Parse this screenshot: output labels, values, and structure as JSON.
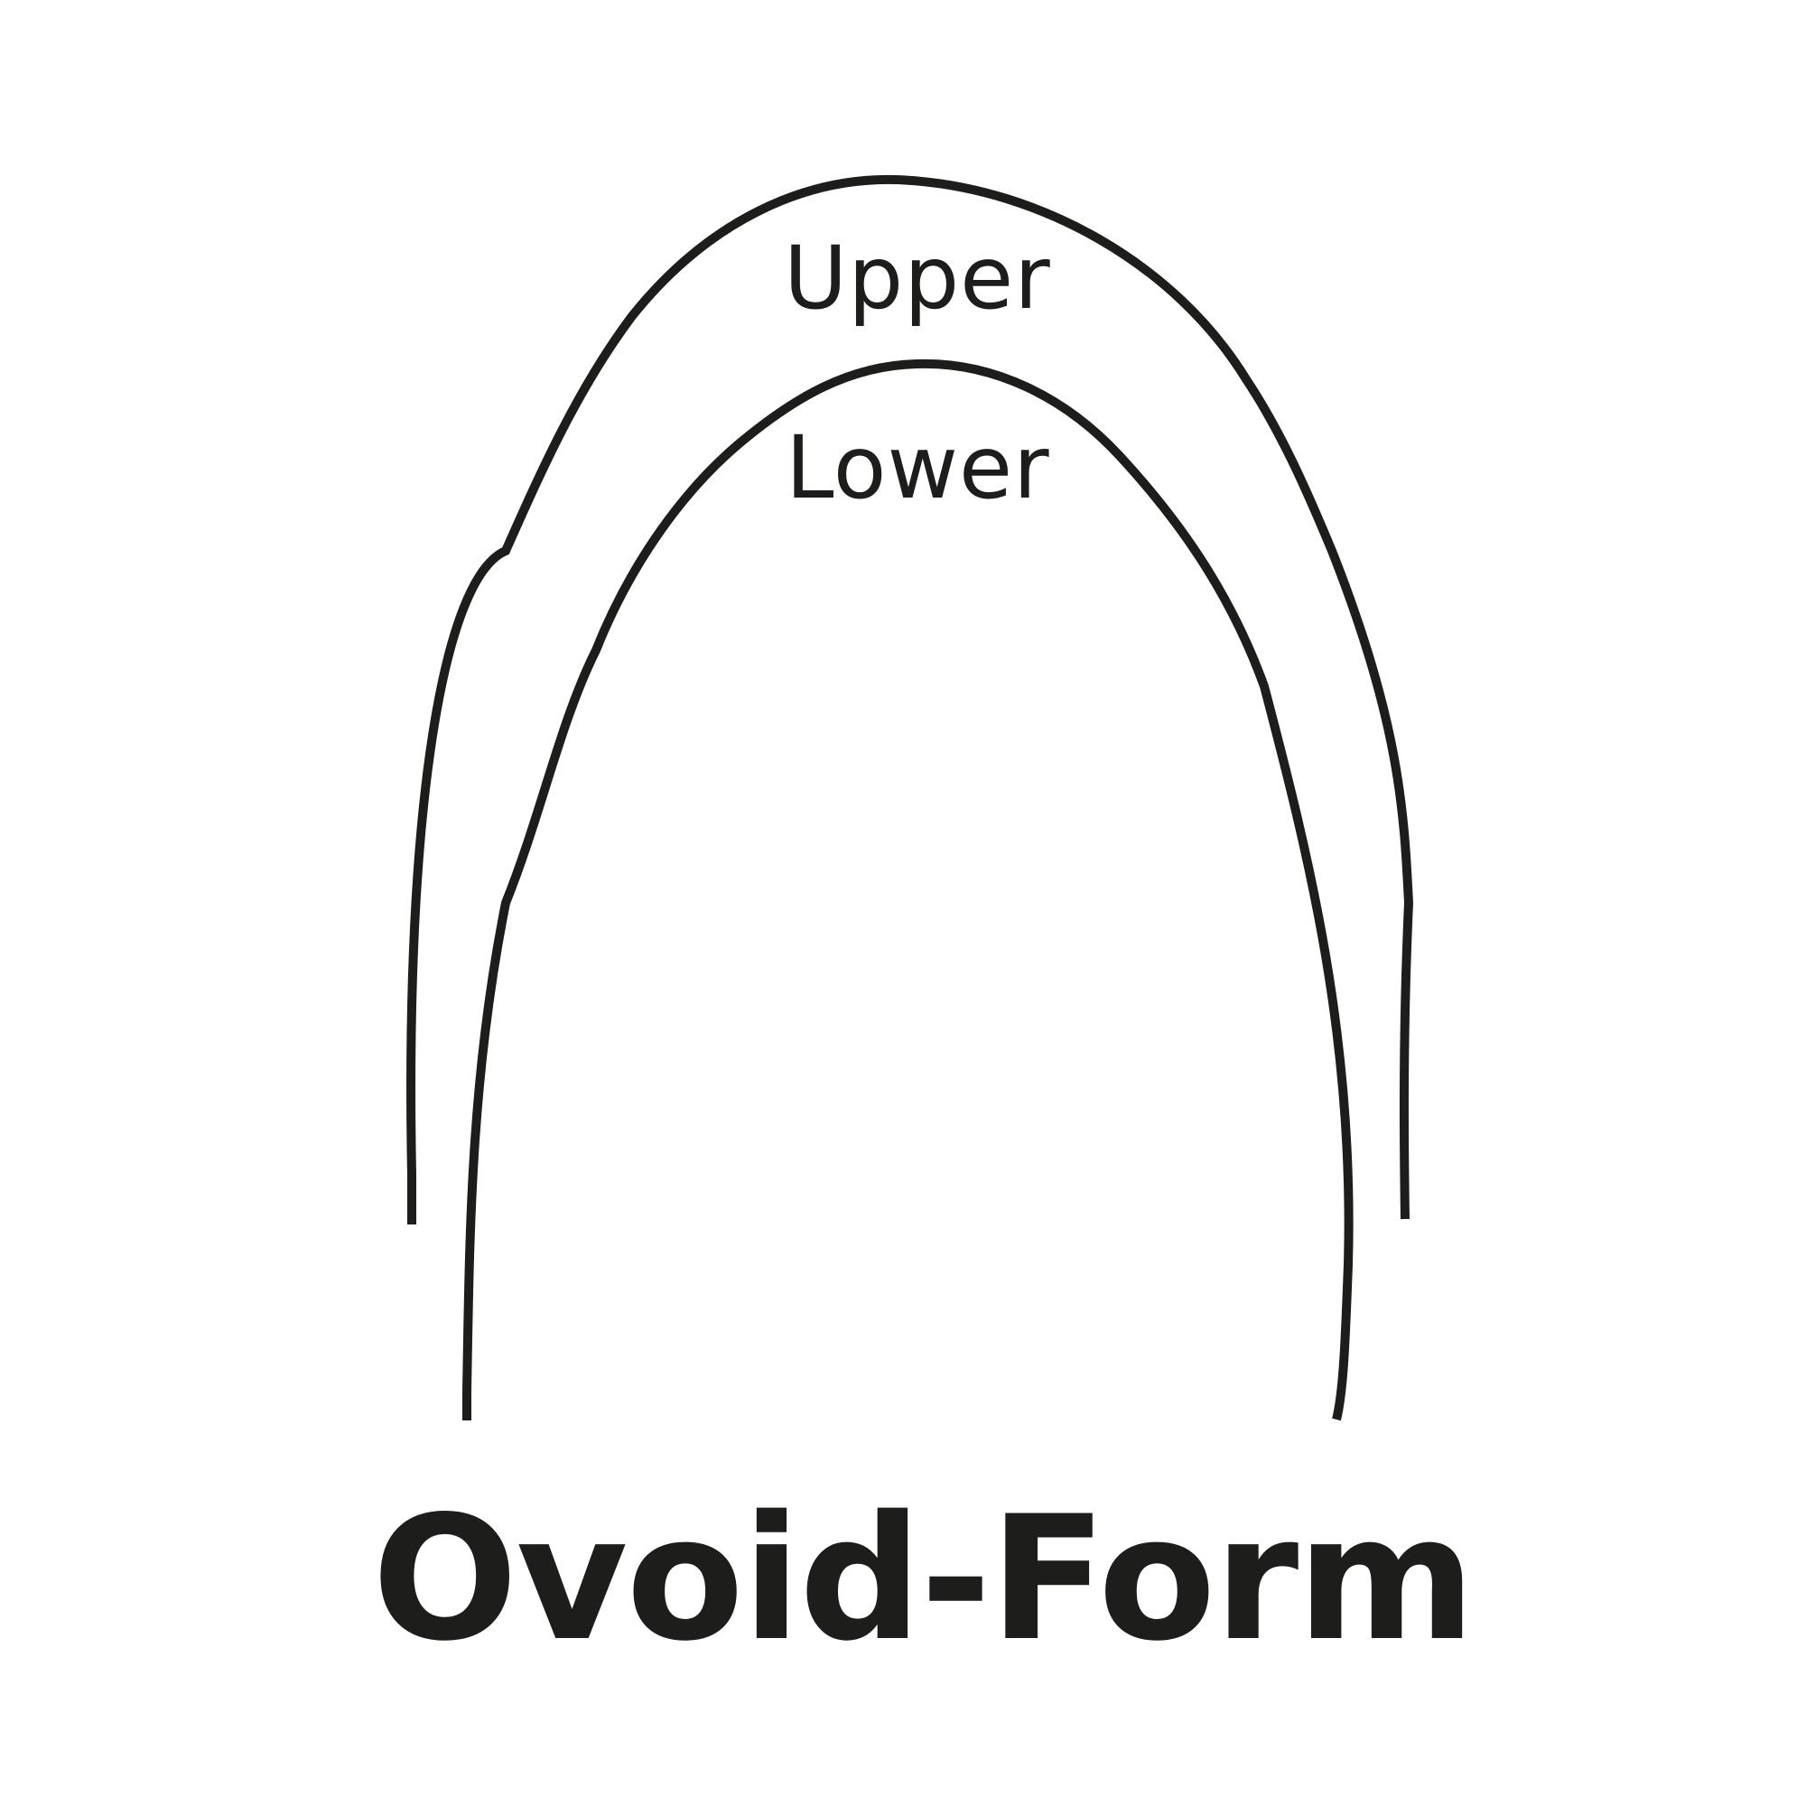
{
  "diagram": {
    "title": "Ovoid-Form",
    "arches": [
      {
        "label": "Upper",
        "color": "#1d1d1b"
      },
      {
        "label": "Lower",
        "color": "#1d1d1b"
      }
    ]
  }
}
